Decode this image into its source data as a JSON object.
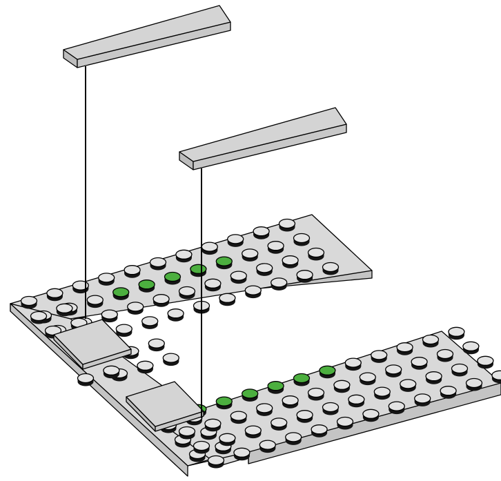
{
  "diagram": {
    "type": "lego-assembly-instruction",
    "colors": {
      "plate_top": "#d9d9d9",
      "plate_side": "#c4c4c4",
      "plate_edge": "#aaaaaa",
      "tile_top": "#d4d4d4",
      "stud_top": "#e3e3e3",
      "stud_side": "#151515",
      "stud_green": "#4caf3f",
      "outline": "#000000",
      "guide_line": "#000000"
    },
    "parts": [
      {
        "name": "tile-1x6-upper",
        "kind": "flat tile 1x6"
      },
      {
        "name": "tile-1x6-lower",
        "kind": "flat tile 1x6"
      },
      {
        "name": "plate-corner-left",
        "kind": "plate with studs"
      },
      {
        "name": "plate-back",
        "kind": "plate with studs"
      },
      {
        "name": "plate-front-right",
        "kind": "plate with studs"
      },
      {
        "name": "tile-2x2-back",
        "kind": "flat tile 2x2"
      },
      {
        "name": "tile-2x2-front",
        "kind": "flat tile 2x2"
      }
    ],
    "highlighted_studs": {
      "count": 12,
      "color_name": "green",
      "rows": 2
    }
  }
}
